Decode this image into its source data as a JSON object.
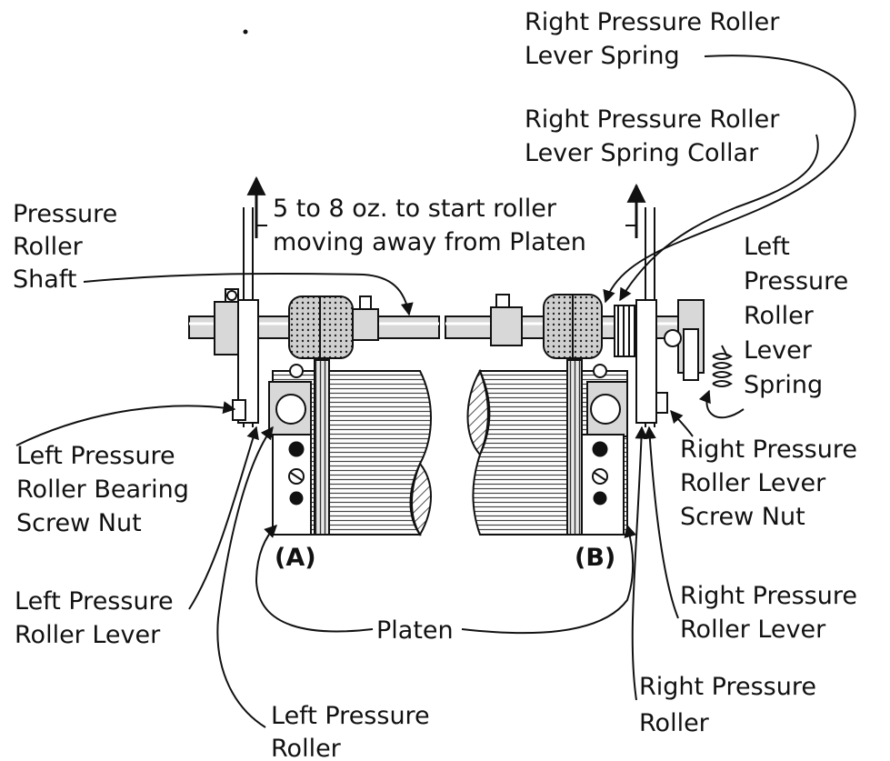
{
  "labels": {
    "top_right_1": [
      "Right Pressure Roller",
      "Lever Spring"
    ],
    "top_right_2": [
      "Right Pressure Roller",
      "Lever Spring Collar"
    ],
    "force_note": [
      "5 to 8 oz. to start roller",
      "moving away from Platen"
    ],
    "pressure_roller_shaft": [
      "Pressure",
      "Roller",
      "Shaft"
    ],
    "left_lever_spring": [
      "Left",
      "Pressure",
      "Roller",
      "Lever",
      "Spring"
    ],
    "left_bearing_nut": [
      "Left Pressure",
      "Roller Bearing",
      "Screw Nut"
    ],
    "right_lever_nut": [
      "Right Pressure",
      "Roller Lever",
      "Screw Nut"
    ],
    "view_a": "(A)",
    "view_b": "(B)",
    "left_lever": [
      "Left Pressure",
      "Roller Lever"
    ],
    "right_lever": [
      "Right Pressure",
      "Roller Lever"
    ],
    "platen": "Platen",
    "right_roller": [
      "Right Pressure",
      "Roller"
    ],
    "left_roller": [
      "Left Pressure",
      "Roller"
    ]
  }
}
